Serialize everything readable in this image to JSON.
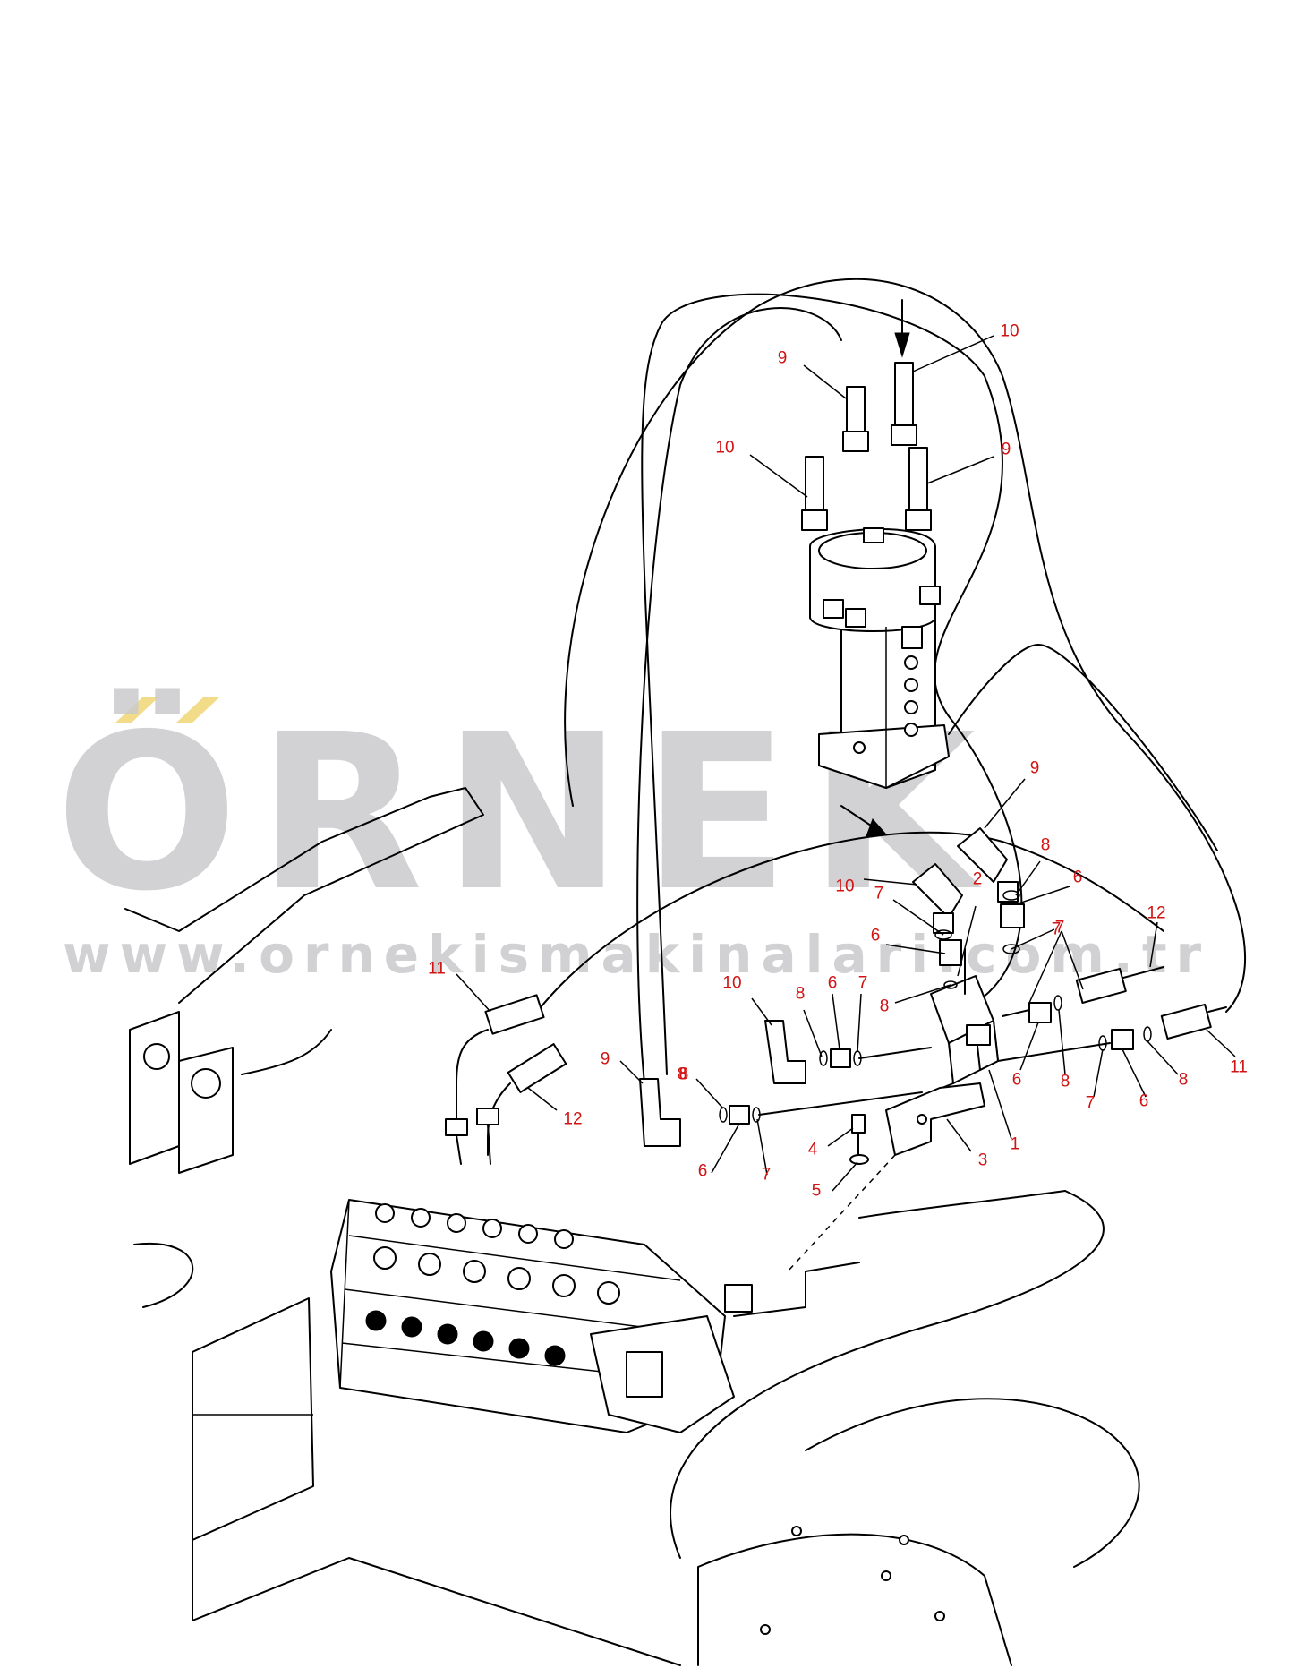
{
  "watermark": {
    "brand": "ÖRNEK",
    "url": "www.ornekismakinalari.com.tr",
    "brand_color": "#c9c9cc",
    "accent_color": "#f2dc8a"
  },
  "callout_color": "#d01414",
  "callouts": [
    {
      "id": "c-10-top",
      "label": "10"
    },
    {
      "id": "c-9-top",
      "label": "9"
    },
    {
      "id": "c-10-left",
      "label": "10"
    },
    {
      "id": "c-9-right",
      "label": "9"
    },
    {
      "id": "c-9-mid",
      "label": "9"
    },
    {
      "id": "c-10-mid",
      "label": "10"
    },
    {
      "id": "c-8-a",
      "label": "8"
    },
    {
      "id": "c-6-a",
      "label": "6"
    },
    {
      "id": "c-7-a",
      "label": "7"
    },
    {
      "id": "c-2",
      "label": "2"
    },
    {
      "id": "c-7-b",
      "label": "7"
    },
    {
      "id": "c-6-b",
      "label": "6"
    },
    {
      "id": "c-12-right",
      "label": "12"
    },
    {
      "id": "c-7-c",
      "label": "7"
    },
    {
      "id": "c-8-b",
      "label": "8"
    },
    {
      "id": "c-11-left",
      "label": "11"
    },
    {
      "id": "c-10-low",
      "label": "10"
    },
    {
      "id": "c-8-c",
      "label": "8"
    },
    {
      "id": "c-6-c",
      "label": "6"
    },
    {
      "id": "c-7-d",
      "label": "7"
    },
    {
      "id": "c-8-d",
      "label": "8"
    },
    {
      "id": "c-9-low",
      "label": "9"
    },
    {
      "id": "c-8-e",
      "label": "8"
    },
    {
      "id": "c-12-left",
      "label": "12"
    },
    {
      "id": "c-6-d",
      "label": "6"
    },
    {
      "id": "c-7-e",
      "label": "7"
    },
    {
      "id": "c-4",
      "label": "4"
    },
    {
      "id": "c-5",
      "label": "5"
    },
    {
      "id": "c-3",
      "label": "3"
    },
    {
      "id": "c-1",
      "label": "1"
    },
    {
      "id": "c-6-e",
      "label": "6"
    },
    {
      "id": "c-8-f",
      "label": "8"
    },
    {
      "id": "c-7-f",
      "label": "7"
    },
    {
      "id": "c-6-f",
      "label": "6"
    },
    {
      "id": "c-8-g",
      "label": "8"
    },
    {
      "id": "c-11-right",
      "label": "11"
    }
  ]
}
